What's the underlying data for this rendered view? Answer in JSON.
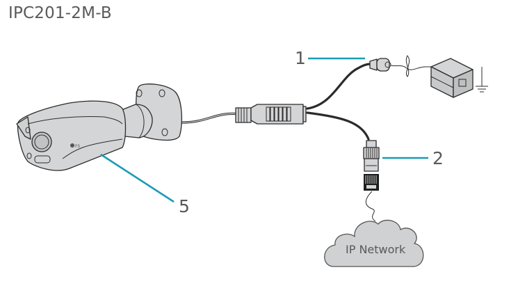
{
  "title": "IPC201-2M-B",
  "colors": {
    "callout_line": "#1a9bb5",
    "text": "#58595b",
    "device_fill": "#d4d5d6",
    "outline": "#2b2b2b"
  },
  "callouts": [
    {
      "number": "1",
      "target": "DC power connector / power adapter"
    },
    {
      "number": "2",
      "target": "RJ45 network connector"
    },
    {
      "number": "5",
      "target": "Camera body"
    }
  ],
  "camera": {
    "logo_text": "FS"
  },
  "cloud": {
    "label": "IP Network"
  },
  "icons": [
    "ground-symbol-icon",
    "power-adapter-icon",
    "rj45-plug-icon",
    "bullet-camera-icon",
    "cloud-icon"
  ]
}
